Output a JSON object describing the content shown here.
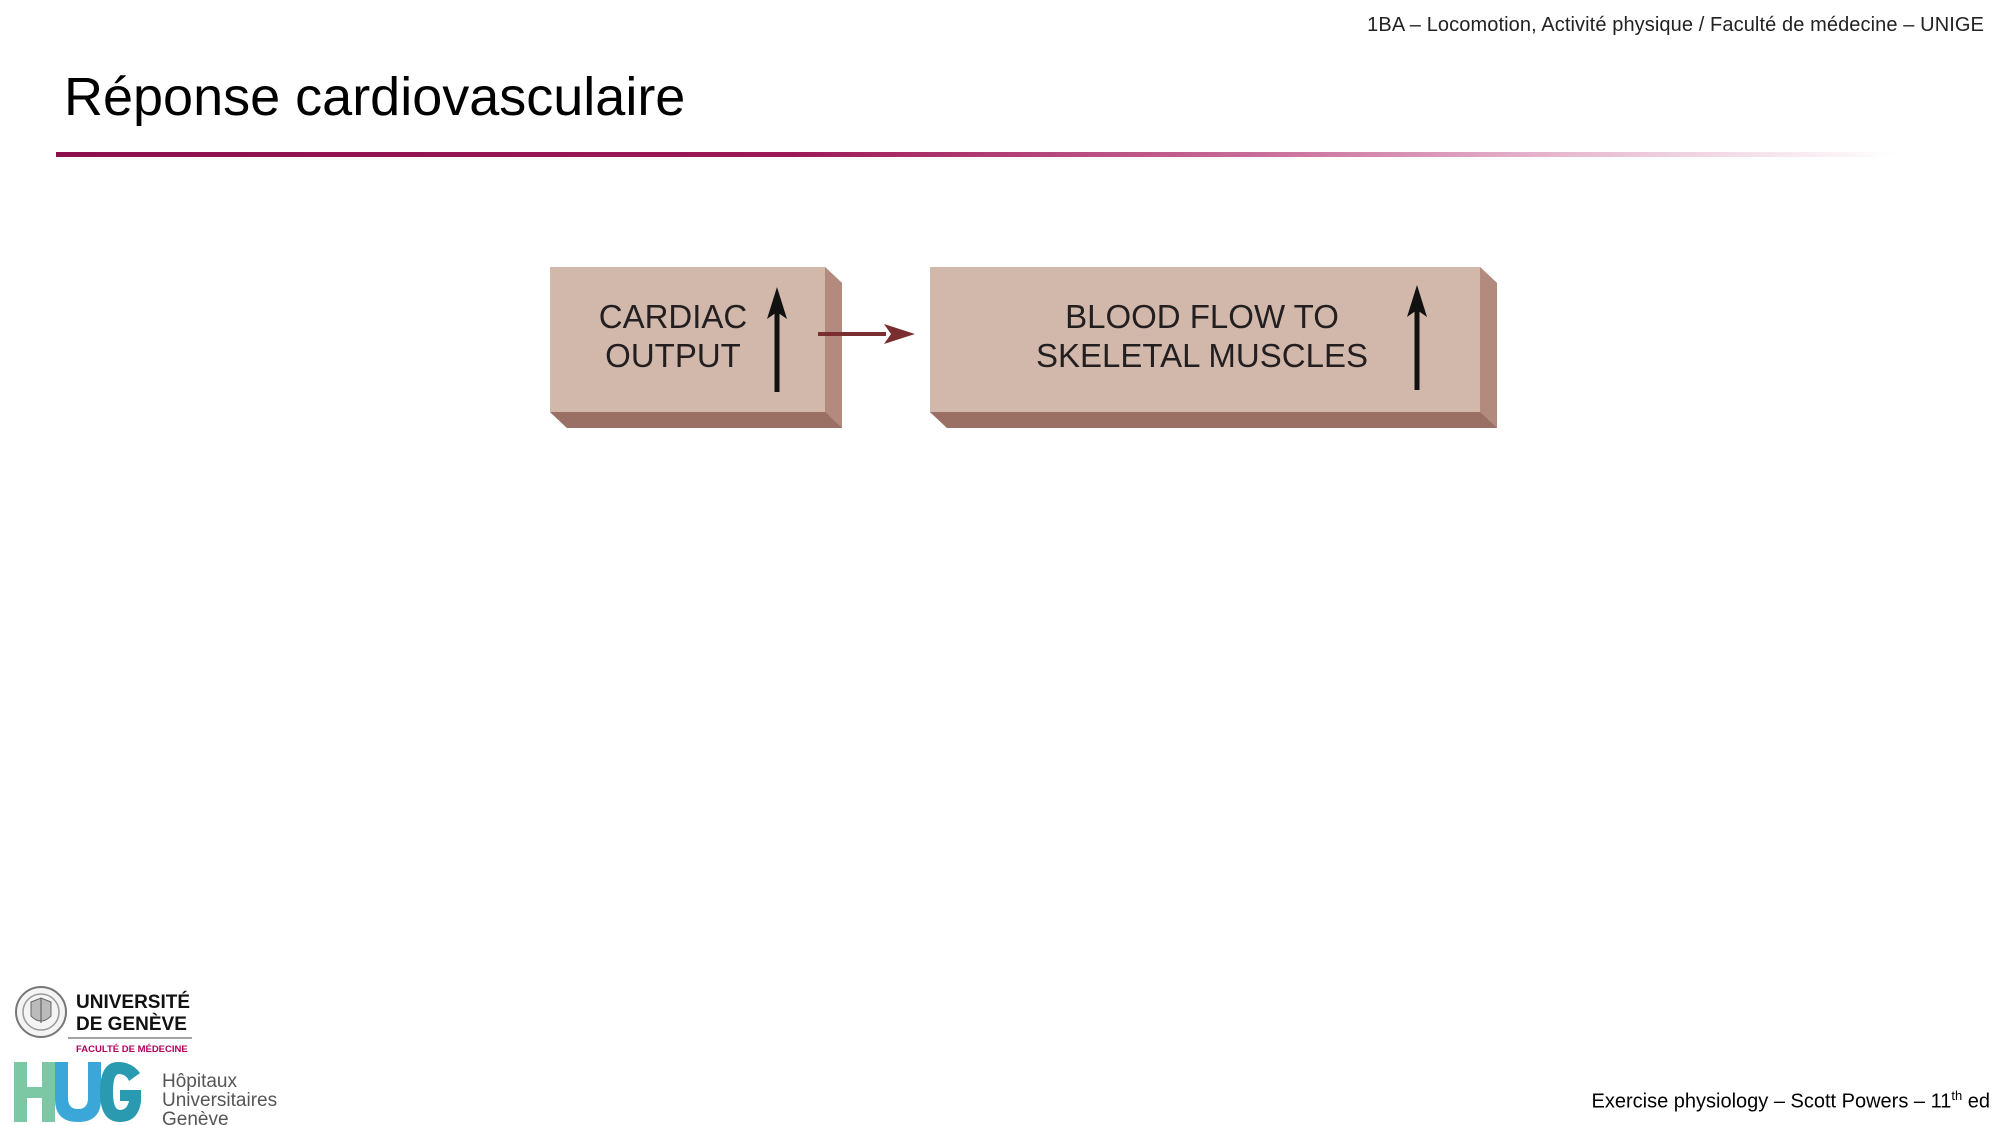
{
  "header": {
    "course_line": "1BA – Locomotion, Activité physique / Faculté de médecine – UNIGE"
  },
  "slide": {
    "title": "Réponse cardiovasculaire"
  },
  "diagram": {
    "box1": {
      "line1": "CARDIAC",
      "line2": "OUTPUT",
      "indicator": "up-arrow-icon"
    },
    "box2": {
      "line1": "BLOOD FLOW TO",
      "line2": "SKELETAL MUSCLES",
      "indicator": "up-arrow-icon"
    },
    "connector": "right-arrow-icon",
    "colors": {
      "box_face": "#d2b8ab",
      "box_side": "#a57b6e",
      "connector": "#7a2e30"
    }
  },
  "footer": {
    "citation_main": "Exercise physiology – Scott Powers – 11",
    "citation_sup": "th",
    "citation_end": " ed"
  },
  "logos": {
    "unige_line1": "UNIVERSITÉ",
    "unige_line2": "DE GENÈVE",
    "unige_faculty": "FACULTÉ DE MÉDECINE",
    "hug_mark": "HUG",
    "hug_line1": "Hôpitaux",
    "hug_line2": "Universitaires",
    "hug_line3": "Genève"
  }
}
